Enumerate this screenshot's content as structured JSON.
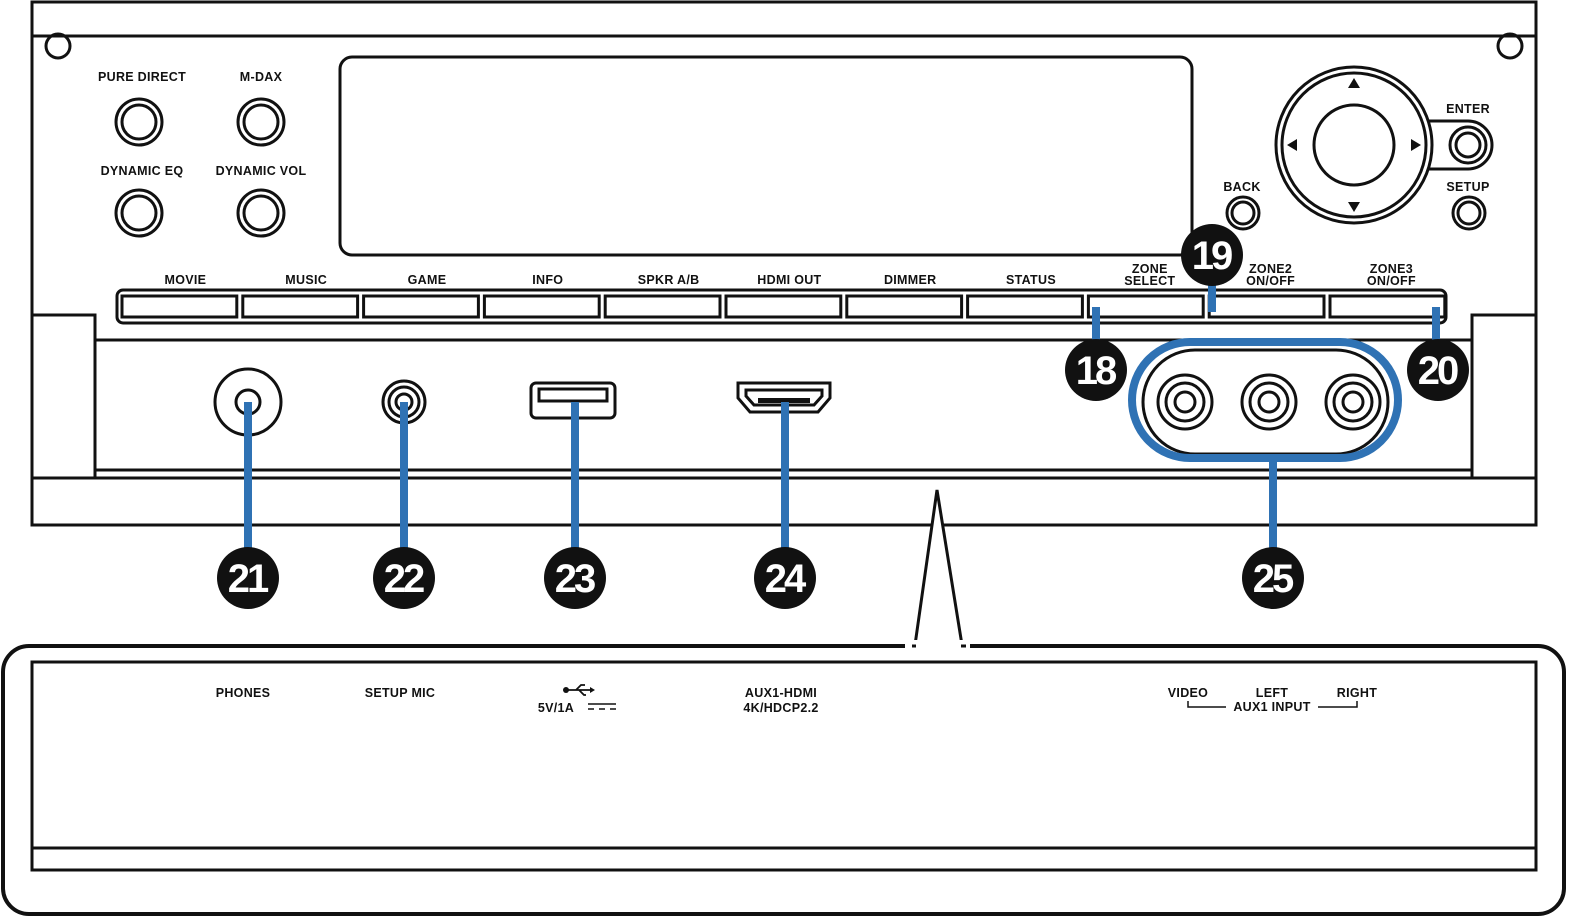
{
  "front_buttons": {
    "pure_direct": "PURE DIRECT",
    "m_dax": "M-DAX",
    "dynamic_eq": "DYNAMIC EQ",
    "dynamic_vol": "DYNAMIC VOL",
    "enter": "ENTER",
    "back": "BACK",
    "setup": "SETUP"
  },
  "strip_buttons": [
    {
      "l1": "MOVIE",
      "l2": ""
    },
    {
      "l1": "MUSIC",
      "l2": ""
    },
    {
      "l1": "GAME",
      "l2": ""
    },
    {
      "l1": "INFO",
      "l2": ""
    },
    {
      "l1": "SPKR A/B",
      "l2": ""
    },
    {
      "l1": "HDMI OUT",
      "l2": ""
    },
    {
      "l1": "DIMMER",
      "l2": ""
    },
    {
      "l1": "STATUS",
      "l2": ""
    },
    {
      "l1": "ZONE",
      "l2": "SELECT"
    },
    {
      "l1": "ZONE2",
      "l2": "ON/OFF"
    },
    {
      "l1": "ZONE3",
      "l2": "ON/OFF"
    }
  ],
  "callouts": [
    "18",
    "19",
    "20",
    "21",
    "22",
    "23",
    "24",
    "25"
  ],
  "detail_labels": {
    "phones": "PHONES",
    "setup_mic": "SETUP MIC",
    "usb": "5V/1A",
    "hdmi_1": "AUX1-HDMI",
    "hdmi_2": "4K/HDCP2.2",
    "video": "VIDEO",
    "left": "LEFT",
    "right": "RIGHT",
    "aux1_input": "AUX1 INPUT"
  },
  "colors": {
    "callout_line": "#2f72b4",
    "outline": "#111111"
  }
}
